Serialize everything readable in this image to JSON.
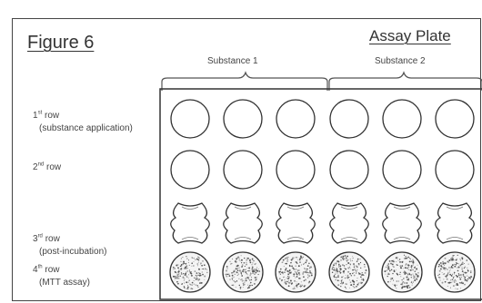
{
  "figure": {
    "title": "Figure 6",
    "plate_title": "Assay Plate"
  },
  "substances": [
    {
      "label": "Substance 1"
    },
    {
      "label": "Substance 2"
    }
  ],
  "rows": [
    {
      "ordinal": "1",
      "suffix": "st",
      "label": "row",
      "note": "(substance application)",
      "well_state": "empty"
    },
    {
      "ordinal": "2",
      "suffix": "nd",
      "label": "row",
      "note": "",
      "well_state": "empty"
    },
    {
      "ordinal": "3",
      "suffix": "rd",
      "label": "row",
      "note": "(post-incubation)",
      "well_state": "pinched"
    },
    {
      "ordinal": "4",
      "suffix": "th",
      "label": "row",
      "note": "(MTT assay)",
      "well_state": "stippled"
    }
  ],
  "plate": {
    "columns": 6
  }
}
